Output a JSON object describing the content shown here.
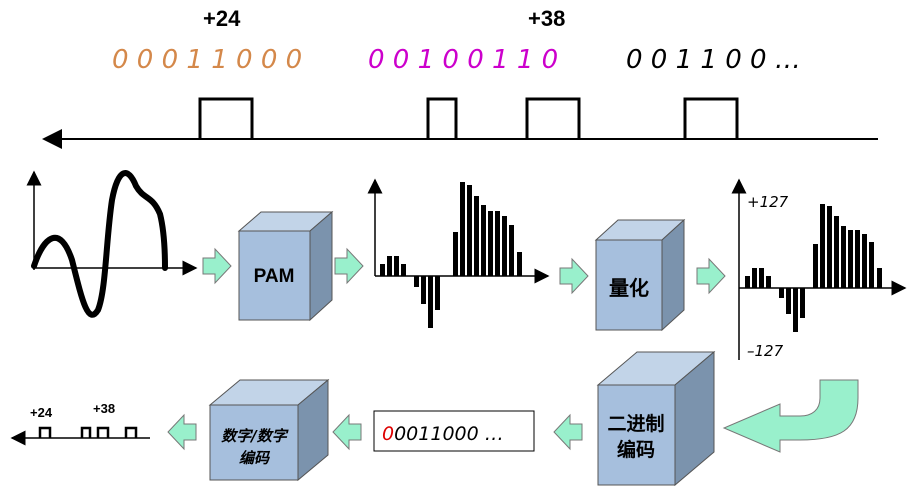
{
  "top": {
    "label_a": "+24",
    "label_b": "+38",
    "bits_orange": "0 0 0 1 1 0 0 0",
    "bits_magenta": "0 0 1 0 0 1 1 0",
    "bits_black": "0 0 1 1 0 0 …",
    "colors": {
      "orange": "#d4884a",
      "magenta": "#cc00cc",
      "black": "#000000"
    }
  },
  "blocks": {
    "pam": "PAM",
    "quantize": "量化",
    "binary_line1": "二进制",
    "binary_line2": "编码",
    "digital_line1": "数字/数字",
    "digital_line2": "编码",
    "box_face": "#a6bfdd",
    "box_side": "#7b93ad",
    "box_top": "#c2d4e8"
  },
  "quantized": {
    "max": "+127",
    "min": "–127"
  },
  "codeword": {
    "first": "0",
    "rest": "0011000 …",
    "first_color": "#dd0000"
  },
  "bottom_left": {
    "label_a": "+24",
    "label_b": "+38"
  },
  "arrow_color": "#99f0cc"
}
